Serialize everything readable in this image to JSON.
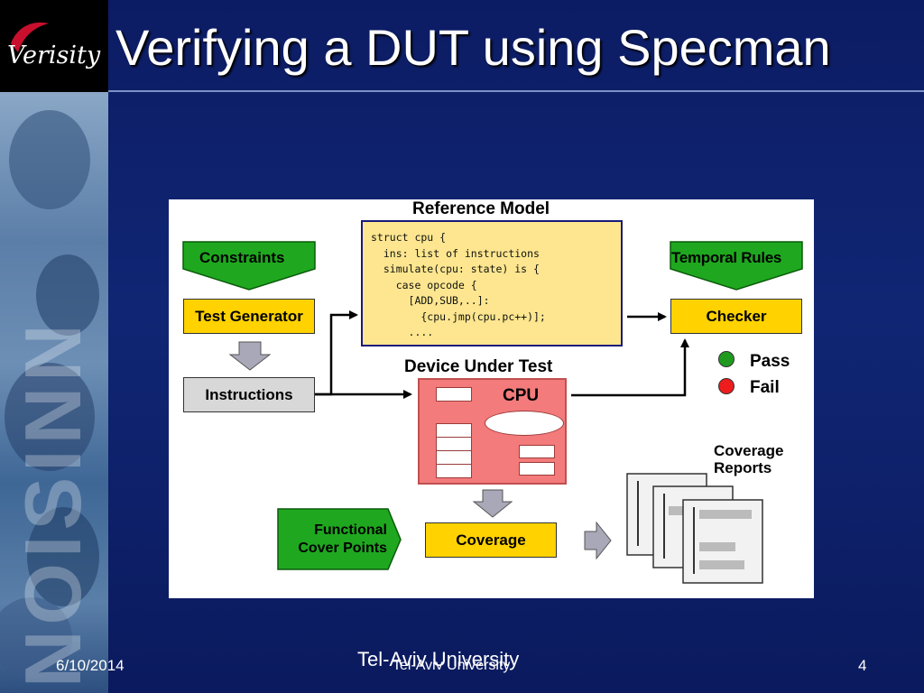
{
  "slide": {
    "title": "Verifying a DUT using Specman",
    "logo_text": "Verisity",
    "side_word": "NOISINN"
  },
  "diagram": {
    "reference_model_title": "Reference Model",
    "code_lines": [
      "struct cpu {",
      "  ins: list of instructions",
      "  simulate(cpu: state) is {",
      "    case opcode {",
      "      [ADD,SUB,..]:",
      "        {cpu.jmp(cpu.pc++)];",
      "      ...."
    ],
    "constraints_label": "Constraints",
    "test_generator_label": "Test Generator",
    "instructions_label": "Instructions",
    "dut_title": "Device Under Test",
    "cpu_label": "CPU",
    "temporal_rules_label": "Temporal Rules",
    "checker_label": "Checker",
    "pass_label": "Pass",
    "fail_label": "Fail",
    "coverage_reports_label_line1": "Coverage",
    "coverage_reports_label_line2": "Reports",
    "functional_cover_points_line1": "Functional",
    "functional_cover_points_line2": "Cover Points",
    "coverage_label": "Coverage"
  },
  "colors": {
    "green_banner": "#1fa81f",
    "yellow_box": "#ffd200",
    "code_bg": "#fde68f",
    "dut_red": "#f47b7b",
    "pass_green": "#1f9a1f",
    "fail_red": "#ee1c1c"
  },
  "footer": {
    "date": "6/10/2014",
    "university_large": "Tel-Aviv University",
    "university_small": "Tel-Aviv University",
    "page_number": "4"
  }
}
